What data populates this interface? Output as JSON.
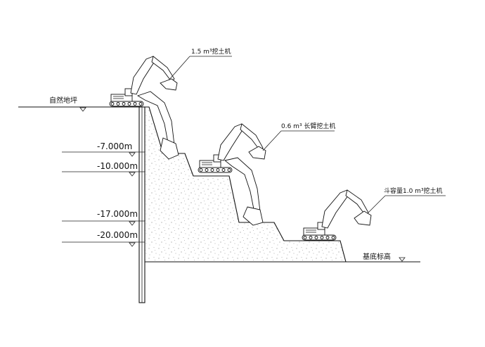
{
  "labels": {
    "natural_ground": "自然地坪",
    "pit_bottom": "基底标高",
    "excavator_top": "1.5 m³挖土机",
    "excavator_mid": "0.6 m³ 长臂挖土机",
    "excavator_low": "斗容量1.0 m³挖土机"
  },
  "elevations": [
    "-7.000m",
    "-10.000m",
    "-17.000m",
    "-20.000m"
  ],
  "colors": {
    "line": "#111111",
    "background": "#ffffff"
  },
  "icons": [
    "excavator-icon",
    "level-marker-icon"
  ]
}
